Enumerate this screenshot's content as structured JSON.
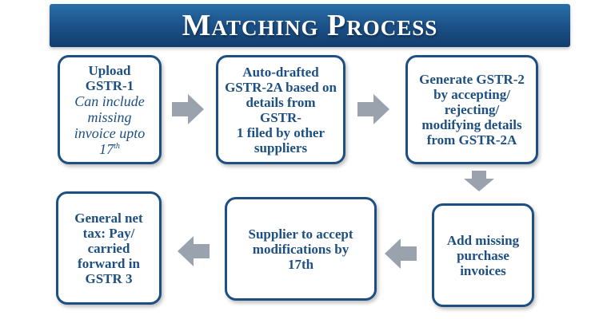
{
  "header": {
    "title": "Matching Process"
  },
  "steps": {
    "upload": {
      "title_lines": [
        "Upload",
        "GSTR-1"
      ],
      "note_lines": [
        "Can include",
        "missing",
        "invoice upto"
      ],
      "note_day": "17",
      "note_suffix": "th"
    },
    "auto_drafted": {
      "lines": [
        "Auto-drafted",
        "GSTR-2A based on",
        "details from GSTR-",
        "1 filed by other",
        "suppliers"
      ]
    },
    "generate": {
      "lines": [
        "Generate GSTR-2",
        "by accepting/",
        "rejecting/",
        "modifying details",
        "from GSTR-2A"
      ]
    },
    "add_missing": {
      "lines": [
        "Add missing",
        "purchase",
        "invoices"
      ]
    },
    "supplier_accept": {
      "lines": [
        "Supplier to accept",
        "modifications by",
        "17th"
      ]
    },
    "general_net_tax": {
      "lines": [
        "General net",
        "tax: Pay/",
        "carried",
        "forward in",
        "GSTR 3"
      ]
    }
  },
  "colors": {
    "banner": "#1a4f86",
    "box_border": "#1d4f82",
    "text": "#1d4f82",
    "arrow": "#9aa3ad"
  },
  "icons": {
    "arrow_right": "right-arrow-icon",
    "arrow_down": "down-arrow-icon",
    "arrow_left": "left-arrow-icon"
  }
}
